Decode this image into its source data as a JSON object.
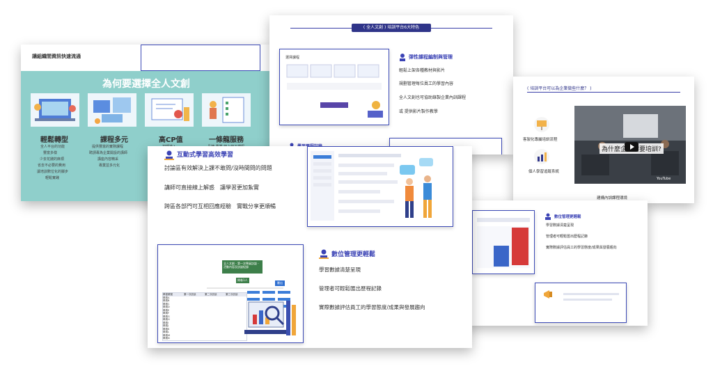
{
  "slide1": {
    "top_caption": "讓組織間資訊快速流通",
    "banner_title": "為何要選擇全人文創",
    "cols": [
      {
        "title": "輕鬆轉型",
        "lines": [
          "全人平台的功能",
          "豐富多樣",
          "少去花錢的麻煩",
          "省去不必要的費用",
          "讓培訓數位化的腳步",
          "輕鬆實踐"
        ]
      },
      {
        "title": "課程多元",
        "lines": [
          "提供豐富的實務課程",
          "聘請專為企業開設的講師",
          "講座內容精采",
          "專業並多元化"
        ]
      },
      {
        "title": "高CP值",
        "lines": [
          "初期導入"
        ]
      },
      {
        "title": "一條龍服務",
        "lines": [
          "品牌 專業 線上線下課程"
        ]
      }
    ]
  },
  "slide2": {
    "header": "( 全人文創 ) 培訓平台6大特色",
    "feature1": {
      "title": "彈性課程編制與管理",
      "lines": [
        "輕鬆上架各種教材與影片",
        "規劃管理每位員工的學習內容",
        "全人文創也可協助錄製企業內訓課程",
        "或 提供影片製作教學"
      ]
    },
    "feature2_title": "學習歷程記錄"
  },
  "slide3": {
    "header": "( 培訓平台可以為企業做些什麼？ )",
    "items": [
      "客製化專屬培訓流程",
      "個人學習追蹤系統"
    ],
    "video_caption": "為什麼企業需要培訓?",
    "footer_caption": "建構內訓課程環境",
    "yt_label": "YouTube"
  },
  "slide4": {
    "feature_title": "數位管理更輕鬆",
    "lines": [
      "學習數據清楚呈現",
      "管理者可輕鬆匯出歷程記錄",
      "實際數據評估員工的學習態度/成果與發展趨向"
    ]
  },
  "slide5": {
    "feature1": {
      "title": "互動式學習高效學習",
      "lines": [
        "討論區有效解決上課不敢問/沒時間問的問題",
        "講師可直接線上解惑　讓學習更加紮實",
        "跨區各部門可互相回應經驗　實戰分享更順暢"
      ]
    },
    "feature2": {
      "title": "數位管理更輕鬆",
      "lines": [
        "學習數據清楚呈現",
        "管理者可輕鬆匯出歷程記錄",
        "實際數據評估員工的學習態度/成果與發展趨向"
      ]
    },
    "chart_header": "全人文創 - 第一次學員訪談 - 活動內容及訪談紀錄",
    "chart_sub": "問卷1人",
    "chart_btn": "匯出",
    "table_head": [
      "學習帳號",
      "第一次訪談",
      "第二次訪談",
      "第三次訪談"
    ],
    "table_rows": [
      "學員A",
      "學員B",
      "學員C",
      "學員D",
      "學員E",
      "學員F",
      "學員G",
      "學員H",
      "學員I",
      "學員J",
      "學員K",
      "學員L",
      "學員M",
      "學員N"
    ]
  },
  "colors": {
    "accent": "#3b43b5",
    "teal": "#8fcfcb"
  }
}
